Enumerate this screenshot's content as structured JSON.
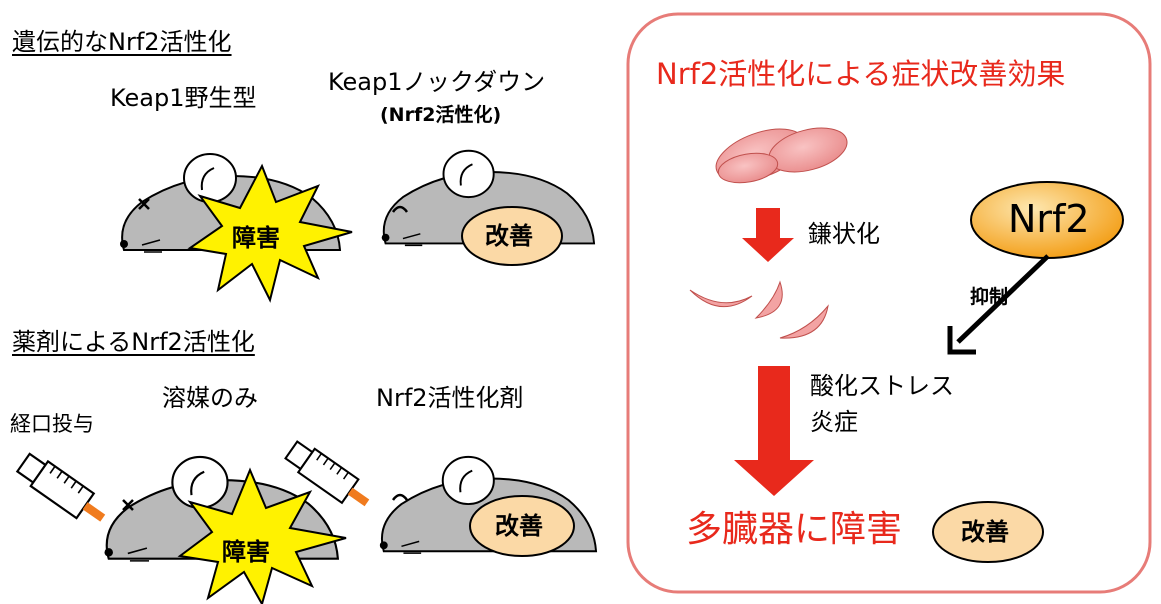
{
  "left": {
    "genetic_title": "遺伝的なNrf2活性化",
    "wildtype_label": "Keap1野生型",
    "knockdown_label": "Keap1ノックダウン",
    "knockdown_sub": "(Nrf2活性化)",
    "drug_title": "薬剤によるNrf2活性化",
    "oral_label": "経口投与",
    "vehicle_label": "溶媒のみ",
    "activator_label": "Nrf2活性化剤",
    "damage_label": "障害",
    "improve_label": "改善"
  },
  "right": {
    "title": "Nrf2活性化による症状改善効果",
    "sickle_label": "鎌状化",
    "nrf2_label": "Nrf2",
    "inhibit_label": "抑制",
    "stress_label": "酸化ストレス",
    "inflammation_label": "炎症",
    "organ_damage_label": "多臓器に障害",
    "improve_label": "改善"
  },
  "colors": {
    "accent_red": "#e8291c",
    "panel_border": "#e77c78",
    "burst_yellow": "#fff200",
    "peach": "#fbd9a6",
    "nrf2_orange": "#f6a623",
    "mouse_gray": "#b9b9b9",
    "cell_pink": "#f3a3a3"
  }
}
